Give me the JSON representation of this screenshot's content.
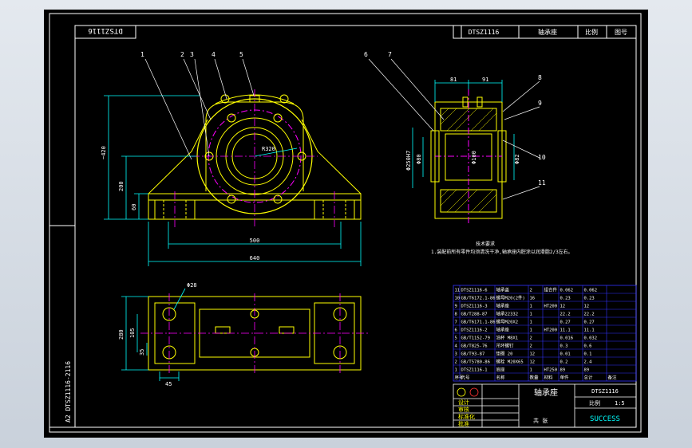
{
  "drawing": {
    "rotated_code": "DTSZ1116",
    "side_code": "A2  DTSZ1116-2116",
    "balloon_labels": [
      "1",
      "2",
      "3",
      "4",
      "5",
      "6",
      "7",
      "8",
      "9",
      "10",
      "11"
    ],
    "front_dims": {
      "height_total": "~420",
      "height_center": "200",
      "base_height": "60",
      "bolt_span": "500",
      "base_length": "640",
      "radius": "R320"
    },
    "side_dims": {
      "left_width": "81",
      "right_width": "91",
      "bore_1": "Φ80",
      "bore_2": "Φ250H7",
      "bore_3": "Φ100",
      "bore_4": "Φ82"
    },
    "plan_dims": {
      "hole": "Φ28",
      "width": "280",
      "inner": "105",
      "small": "35",
      "foot": "45"
    },
    "notes_title": "技术要求",
    "notes_line": "1.装配前所有零件均须清洗干净,轴承座内腔涂以润滑脂2/3左右。"
  },
  "top_title_row": [
    "DTSZ1116",
    "轴承座",
    "比例",
    "图号"
  ],
  "bom": {
    "rows": [
      [
        "11",
        "DTSZ1116-6",
        "轴承盖",
        "2",
        "组合件",
        "0.062",
        "0.062"
      ],
      [
        "10",
        "GB/T6172.1-86",
        "螺母M20(2件)",
        "16",
        "",
        "0.23",
        "0.23"
      ],
      [
        "9",
        "DTSZ1116-3",
        "轴承座",
        "1",
        "HT200",
        "12",
        "12"
      ],
      [
        "8",
        "GB/T288-87",
        "轴承22332",
        "1",
        "",
        "22.2",
        "22.2"
      ],
      [
        "7",
        "GB/T6171.1-86",
        "螺母M20X2",
        "1",
        "",
        "0.27",
        "0.27"
      ],
      [
        "6",
        "DTSZ1116-2",
        "轴承座",
        "1",
        "HT200",
        "11.1",
        "11.1"
      ],
      [
        "5",
        "GB/T1152-79",
        "油杯 M8X1",
        "2",
        "",
        "0.016",
        "0.032"
      ],
      [
        "4",
        "GB/T825-76",
        "吊环螺钉",
        "2",
        "",
        "0.3",
        "0.6"
      ],
      [
        "3",
        "GB/T93-87",
        "垫圈 20",
        "12",
        "",
        "0.01",
        "0.1"
      ],
      [
        "2",
        "GB/T5780-86",
        "螺栓 M20X65",
        "12",
        "",
        "0.2",
        "2.4"
      ],
      [
        "1",
        "DTSZ1116-1",
        "底座",
        "1",
        "HT250",
        "89",
        "89"
      ]
    ],
    "header": [
      "序号",
      "代号",
      "名称",
      "数量",
      "材料",
      "单件",
      "总计",
      "备注"
    ]
  },
  "title_block": {
    "drawing_name": "轴承座",
    "drawing_code": "DTSZ1116",
    "sheet": "1:5",
    "scale_label": "比例",
    "rows": [
      "设计",
      "审核",
      "标准化",
      "批准"
    ],
    "company": "SUCCESS",
    "footer": "共 张"
  },
  "colors": {
    "background": "#000000",
    "border": "#ffffff",
    "geometry": "#ffff00",
    "centerline": "#ff00ff",
    "dimension": "#00ffff",
    "table": "#3333ff",
    "text": "#ffffff"
  }
}
